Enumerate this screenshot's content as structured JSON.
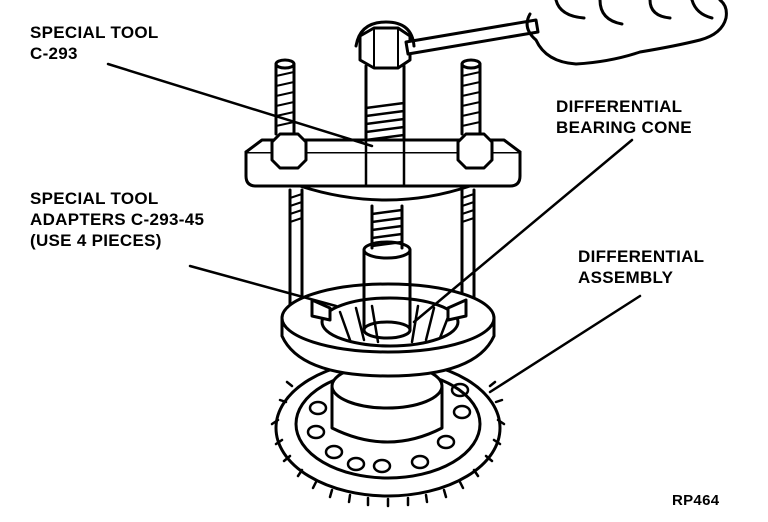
{
  "labels": {
    "special_tool": [
      "SPECIAL TOOL",
      "C-293"
    ],
    "bearing_cone": [
      "DIFFERENTIAL",
      "BEARING CONE"
    ],
    "adapters": [
      "SPECIAL TOOL",
      "ADAPTERS C-293-45",
      "(USE 4 PIECES)"
    ],
    "assembly": [
      "DIFFERENTIAL",
      "ASSEMBLY"
    ],
    "figure_ref": "RP464"
  },
  "style": {
    "ink": "#000000",
    "paper": "#ffffff"
  }
}
